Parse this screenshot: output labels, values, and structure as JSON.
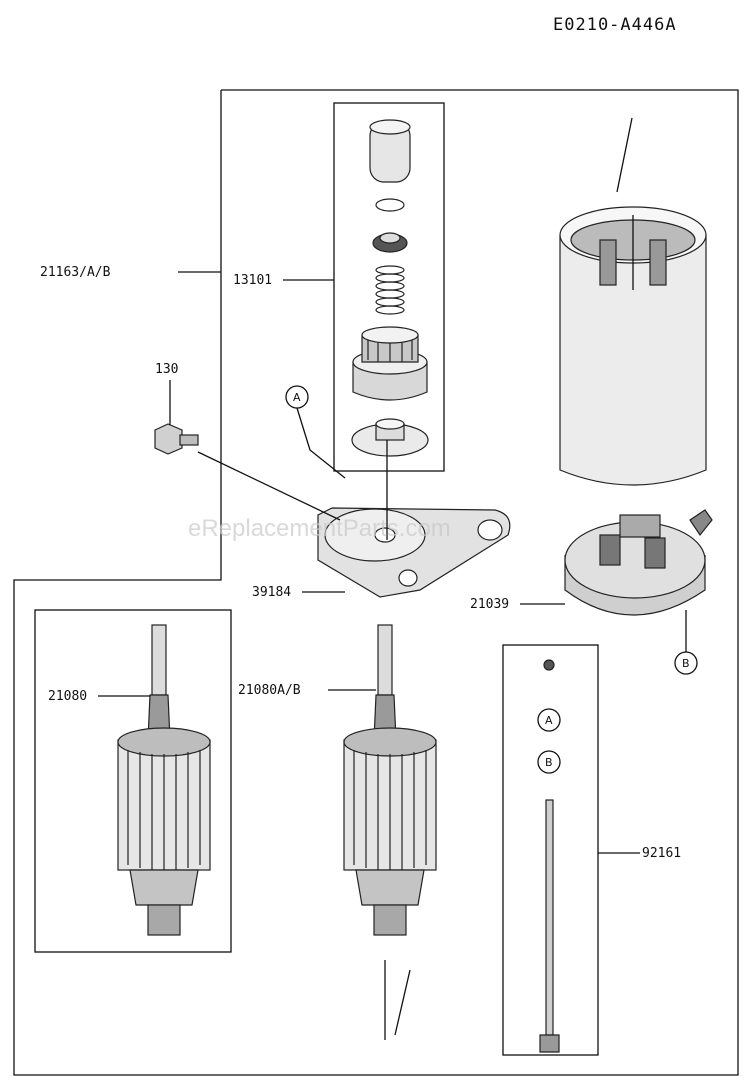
{
  "diagram_code": "E0210-A446A",
  "watermark": "eReplacementParts.com",
  "callouts": {
    "starter_assy": "21163/A/B",
    "pinion_set": "13101",
    "bolt": "130",
    "bracket": "39184",
    "brush_holder": "21039",
    "armature": "21080",
    "armature_ab": "21080A/B",
    "through_bolt": "92161"
  },
  "markers": {
    "a": "A",
    "b": "B"
  },
  "colors": {
    "line": "#111111",
    "part_fill": "#e8e8e8",
    "part_dark": "#7a7a7a"
  }
}
